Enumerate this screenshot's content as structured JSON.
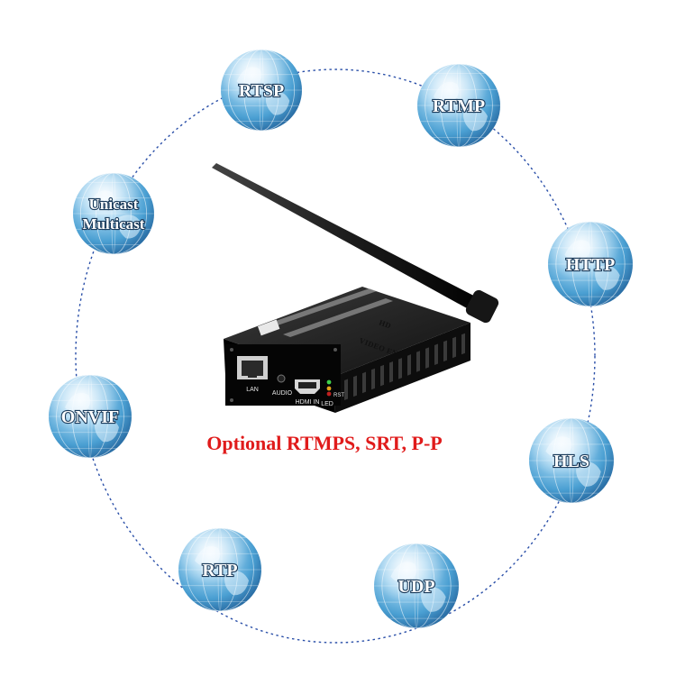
{
  "protocols": [
    {
      "id": "rtsp",
      "label": "RTSP"
    },
    {
      "id": "rtmp",
      "label": "RTMP"
    },
    {
      "id": "unicast",
      "lines": [
        "Unicast",
        "Multicast"
      ]
    },
    {
      "id": "http",
      "label": "HTTP"
    },
    {
      "id": "onvif",
      "label": "ONVIF"
    },
    {
      "id": "hls",
      "label": "HLS"
    },
    {
      "id": "rtp",
      "label": "RTP"
    },
    {
      "id": "udp",
      "label": "UDP"
    }
  ],
  "device": {
    "top_label_1": "HD",
    "top_label_2": "VIDEO ENCODER",
    "ports": {
      "lan": "LAN",
      "audio": "AUDIO",
      "hdmi": "HDMI IN",
      "led": "LED",
      "rst": "RST"
    }
  },
  "caption": "Optional RTMPS, SRT, P-P",
  "colors": {
    "caption": "#e01b1b",
    "ring": "#2a4fa8",
    "globe": "#4aa6da",
    "device": "#1a1a1a"
  }
}
